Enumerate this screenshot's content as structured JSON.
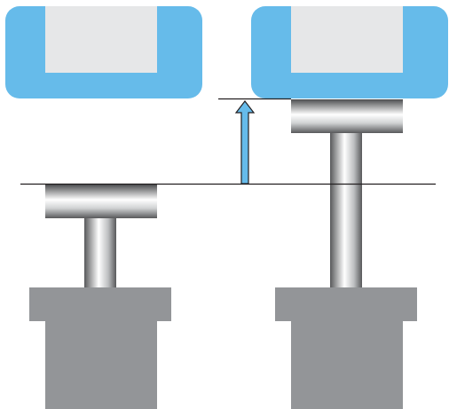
{
  "diagram": {
    "description_free": true,
    "colors": {
      "background": "#ffffff",
      "housing": "#66bbea",
      "housing_window": "#e6e7e8",
      "base": "#939598",
      "reference_line": "#231f20",
      "arrow_fill": "#66bbea",
      "arrow_stroke": "#231f20",
      "metal_dark": "#58595b",
      "metal_mid": "#a7a9ac",
      "metal_light": "#ffffff"
    },
    "icons": {
      "arrow": "arrow-up-icon"
    },
    "assemblies": [
      {
        "id": "left",
        "state": "retracted"
      },
      {
        "id": "right",
        "state": "extended"
      }
    ]
  }
}
